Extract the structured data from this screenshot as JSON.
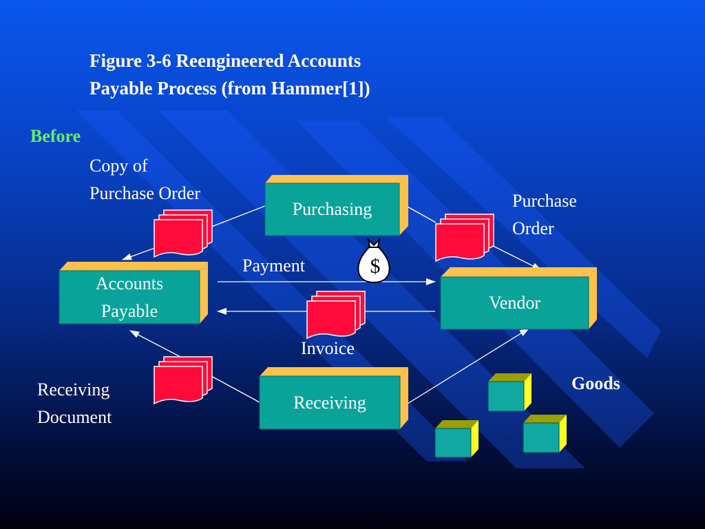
{
  "title": "Figure 3-6 Reengineered Accounts\nPayable Process (from Hammer[1])",
  "section_label": "Before",
  "colors": {
    "before_label": "#66ee66",
    "box_face": "#0aa39a",
    "box_side": "#ffc14a",
    "document": "#ff0a3a",
    "cube_face": "#10a8a0",
    "cube_top": "#9aa000",
    "cube_side": "#ffff22"
  },
  "boxes": {
    "purchasing": "Purchasing",
    "accounts_payable": "Accounts\nPayable",
    "vendor": "Vendor",
    "receiving": "Receiving"
  },
  "labels": {
    "copy_of_po": "Copy of\nPurchase Order",
    "purchase_order": "Purchase\nOrder",
    "payment": "Payment",
    "invoice": "Invoice",
    "receiving_document": "Receiving\nDocument",
    "goods": "Goods"
  },
  "icons": {
    "money_bag": "money-bag-icon",
    "money_symbol": "$"
  }
}
